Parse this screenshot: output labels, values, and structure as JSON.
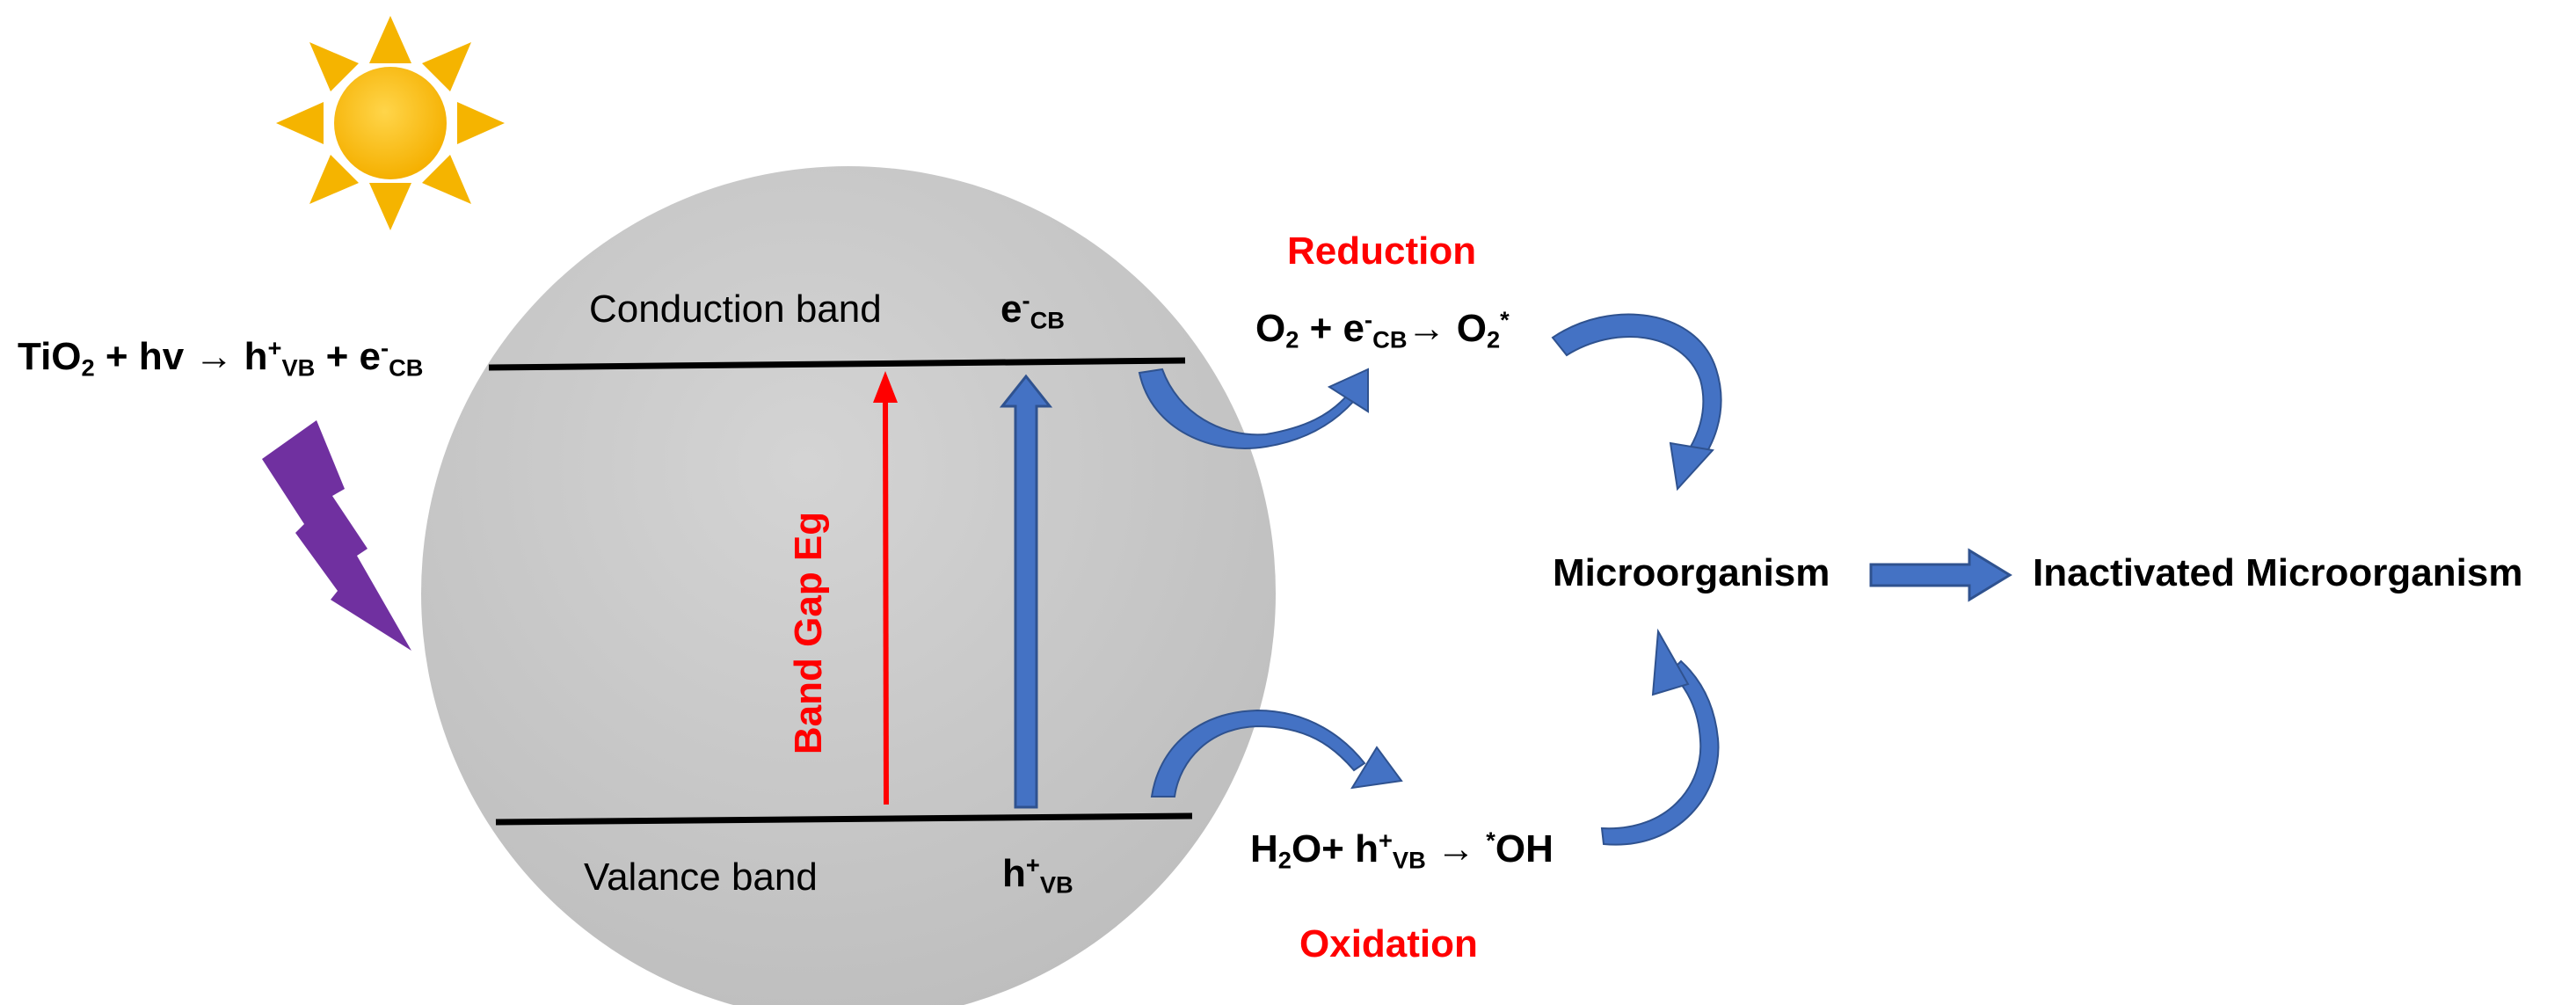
{
  "bands": {
    "conduction": "Conduction band",
    "valence": "Valance band",
    "gap": "Band Gap Eg"
  },
  "carriers": {
    "electron": {
      "base": "e",
      "sup": "-",
      "sub": "CB"
    },
    "hole": {
      "base": "h",
      "sup": "+",
      "sub": "VB"
    }
  },
  "excitation": {
    "p1": "TiO",
    "p1_sub": "2",
    "p2": " + hv → h",
    "p2_sup": "+",
    "p2_sub": "VB",
    "p3": " + e",
    "p3_sup": "-",
    "p3_sub": "CB"
  },
  "reduction": {
    "title": "Reduction",
    "p1": "O",
    "p1_sub": "2",
    "p2": " + e",
    "p2_sup": "-",
    "p2_sub": "CB",
    "p3": "→ O",
    "p3_sub": "2",
    "p3_sup": "*"
  },
  "oxidation": {
    "title": "Oxidation",
    "p1": "H",
    "p1_sub": "2",
    "p2": "O+ h",
    "p2_sup": "+",
    "p2_sub": "VB",
    "p3": " → ",
    "p3_sup": "*",
    "p4": "OH"
  },
  "microorganism": "Microorganism",
  "inactivated": "Inactivated Microorganism",
  "colors": {
    "sun": "#ffc000",
    "sun_ray": "#f5b400",
    "sphere": "#c8c8c8",
    "lightning": "#7030a0",
    "gap_arrow": "#ff0000",
    "arrow_blue": "#4472c4",
    "arrow_blue_edge": "#2f528f",
    "title_red": "#ff0000"
  }
}
